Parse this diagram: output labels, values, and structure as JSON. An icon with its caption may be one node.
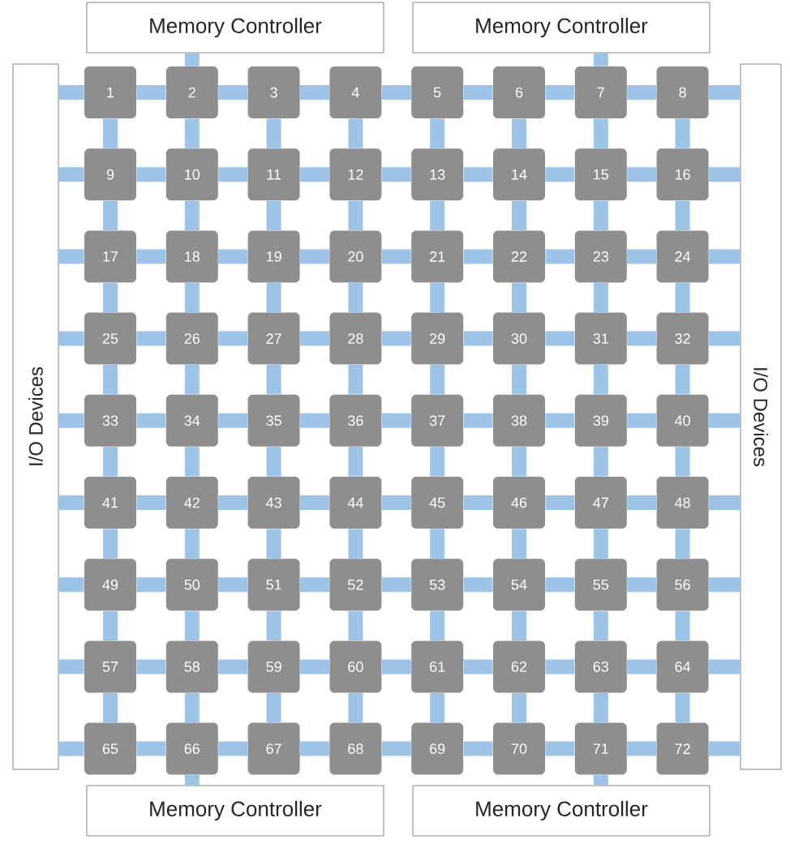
{
  "diagram": {
    "nodes": [
      {
        "text": [
          "Memory Controller"
        ]
      },
      {
        "text": [
          "Memory Controller"
        ]
      },
      {
        "text": [
          "I/O Devices"
        ]
      },
      {
        "text": [
          "1"
        ]
      },
      {
        "text": [
          "2"
        ]
      },
      {
        "text": [
          "3"
        ]
      },
      {
        "text": [
          "4"
        ]
      },
      {
        "text": [
          "5"
        ]
      },
      {
        "text": [
          "6"
        ]
      },
      {
        "text": [
          "7"
        ]
      },
      {
        "text": [
          "8"
        ]
      },
      {
        "text": [
          "9"
        ]
      },
      {
        "text": [
          "10"
        ]
      },
      {
        "text": [
          "11"
        ]
      },
      {
        "text": [
          "12"
        ]
      },
      {
        "text": [
          "13"
        ]
      },
      {
        "text": [
          "14"
        ]
      },
      {
        "text": [
          "15"
        ]
      },
      {
        "text": [
          "16"
        ]
      },
      {
        "text": [
          "17"
        ]
      },
      {
        "text": [
          "18"
        ]
      },
      {
        "text": [
          "19"
        ]
      },
      {
        "text": [
          "20"
        ]
      },
      {
        "text": [
          "21"
        ]
      },
      {
        "text": [
          "22"
        ]
      },
      {
        "text": [
          "23"
        ]
      },
      {
        "text": [
          "24"
        ]
      },
      {
        "text": [
          "25"
        ]
      },
      {
        "text": [
          "26"
        ]
      },
      {
        "text": [
          "27"
        ]
      },
      {
        "text": [
          "28"
        ]
      },
      {
        "text": [
          "29"
        ]
      },
      {
        "text": [
          "30"
        ]
      },
      {
        "text": [
          "31"
        ]
      },
      {
        "text": [
          "32"
        ]
      },
      {
        "text": [
          "33"
        ]
      },
      {
        "text": [
          "34"
        ]
      },
      {
        "text": [
          "35"
        ]
      },
      {
        "text": [
          "36"
        ]
      },
      {
        "text": [
          "37"
        ]
      },
      {
        "text": [
          "38"
        ]
      },
      {
        "text": [
          "39"
        ]
      },
      {
        "text": [
          "40"
        ]
      },
      {
        "text": [
          "41"
        ]
      },
      {
        "text": [
          "42"
        ]
      },
      {
        "text": [
          "43"
        ]
      },
      {
        "text": [
          "44"
        ]
      },
      {
        "text": [
          "45"
        ]
      },
      {
        "text": [
          "46"
        ]
      },
      {
        "text": [
          "47"
        ]
      },
      {
        "text": [
          "48"
        ]
      },
      {
        "text": [
          "49"
        ]
      },
      {
        "text": [
          "50"
        ]
      },
      {
        "text": [
          "51"
        ]
      },
      {
        "text": [
          "52"
        ]
      },
      {
        "text": [
          "53"
        ]
      },
      {
        "text": [
          "54"
        ]
      },
      {
        "text": [
          "55"
        ]
      },
      {
        "text": [
          "56"
        ]
      },
      {
        "text": [
          "57"
        ]
      },
      {
        "text": [
          "58"
        ]
      },
      {
        "text": [
          "59"
        ]
      },
      {
        "text": [
          "60"
        ]
      },
      {
        "text": [
          "61"
        ]
      },
      {
        "text": [
          "62"
        ]
      },
      {
        "text": [
          "63"
        ]
      },
      {
        "text": [
          "64"
        ]
      },
      {
        "text": [
          "65"
        ]
      },
      {
        "text": [
          "66"
        ]
      },
      {
        "text": [
          "67"
        ]
      },
      {
        "text": [
          "68"
        ]
      },
      {
        "text": [
          "69"
        ]
      },
      {
        "text": [
          "70"
        ]
      },
      {
        "text": [
          "71"
        ]
      },
      {
        "text": [
          "72"
        ]
      },
      {
        "text": [
          "I/O Devices"
        ]
      },
      {
        "text": [
          "Memory Controller"
        ]
      },
      {
        "text": [
          "Memory Controller"
        ]
      }
    ],
    "edges": [
      {
        "from": 0,
        "to": 4,
        "arrow": "none"
      },
      {
        "from": 1,
        "to": 9,
        "arrow": "none"
      },
      {
        "from": 3,
        "to": 4,
        "arrow": "none"
      },
      {
        "from": 4,
        "to": 5,
        "arrow": "none"
      },
      {
        "from": 5,
        "to": 6,
        "arrow": "none"
      },
      {
        "from": 6,
        "to": 7,
        "arrow": "none"
      },
      {
        "from": 7,
        "to": 8,
        "arrow": "none"
      },
      {
        "from": 8,
        "to": 9,
        "arrow": "none"
      },
      {
        "from": 9,
        "to": 10,
        "arrow": "none"
      },
      {
        "from": 11,
        "to": 12,
        "arrow": "none"
      },
      {
        "from": 12,
        "to": 13,
        "arrow": "none"
      },
      {
        "from": 13,
        "to": 14,
        "arrow": "none"
      },
      {
        "from": 14,
        "to": 15,
        "arrow": "none"
      },
      {
        "from": 15,
        "to": 16,
        "arrow": "none"
      },
      {
        "from": 16,
        "to": 17,
        "arrow": "none"
      },
      {
        "from": 17,
        "to": 18,
        "arrow": "none"
      },
      {
        "from": 19,
        "to": 20,
        "arrow": "none"
      },
      {
        "from": 20,
        "to": 21,
        "arrow": "none"
      },
      {
        "from": 21,
        "to": 22,
        "arrow": "none"
      },
      {
        "from": 22,
        "to": 23,
        "arrow": "none"
      },
      {
        "from": 23,
        "to": 24,
        "arrow": "none"
      },
      {
        "from": 24,
        "to": 25,
        "arrow": "none"
      },
      {
        "from": 25,
        "to": 26,
        "arrow": "none"
      },
      {
        "from": 27,
        "to": 28,
        "arrow": "none"
      },
      {
        "from": 28,
        "to": 29,
        "arrow": "none"
      },
      {
        "from": 29,
        "to": 30,
        "arrow": "none"
      },
      {
        "from": 30,
        "to": 31,
        "arrow": "none"
      },
      {
        "from": 31,
        "to": 32,
        "arrow": "none"
      },
      {
        "from": 32,
        "to": 33,
        "arrow": "none"
      },
      {
        "from": 33,
        "to": 34,
        "arrow": "none"
      },
      {
        "from": 35,
        "to": 36,
        "arrow": "none"
      },
      {
        "from": 36,
        "to": 37,
        "arrow": "none"
      },
      {
        "from": 37,
        "to": 38,
        "arrow": "none"
      },
      {
        "from": 38,
        "to": 39,
        "arrow": "none"
      },
      {
        "from": 39,
        "to": 40,
        "arrow": "none"
      },
      {
        "from": 40,
        "to": 41,
        "arrow": "none"
      },
      {
        "from": 41,
        "to": 42,
        "arrow": "none"
      },
      {
        "from": 43,
        "to": 44,
        "arrow": "none"
      },
      {
        "from": 44,
        "to": 45,
        "arrow": "none"
      },
      {
        "from": 45,
        "to": 46,
        "arrow": "none"
      },
      {
        "from": 46,
        "to": 47,
        "arrow": "none"
      },
      {
        "from": 47,
        "to": 48,
        "arrow": "none"
      },
      {
        "from": 48,
        "to": 49,
        "arrow": "none"
      },
      {
        "from": 49,
        "to": 50,
        "arrow": "none"
      },
      {
        "from": 51,
        "to": 52,
        "arrow": "none"
      },
      {
        "from": 52,
        "to": 53,
        "arrow": "none"
      },
      {
        "from": 53,
        "to": 54,
        "arrow": "none"
      },
      {
        "from": 54,
        "to": 55,
        "arrow": "none"
      },
      {
        "from": 55,
        "to": 56,
        "arrow": "none"
      },
      {
        "from": 56,
        "to": 57,
        "arrow": "none"
      },
      {
        "from": 57,
        "to": 58,
        "arrow": "none"
      },
      {
        "from": 59,
        "to": 60,
        "arrow": "none"
      },
      {
        "from": 60,
        "to": 61,
        "arrow": "none"
      },
      {
        "from": 61,
        "to": 62,
        "arrow": "none"
      },
      {
        "from": 62,
        "to": 63,
        "arrow": "none"
      },
      {
        "from": 63,
        "to": 64,
        "arrow": "none"
      },
      {
        "from": 64,
        "to": 65,
        "arrow": "none"
      },
      {
        "from": 65,
        "to": 66,
        "arrow": "none"
      },
      {
        "from": 67,
        "to": 68,
        "arrow": "none"
      },
      {
        "from": 68,
        "to": 69,
        "arrow": "none"
      },
      {
        "from": 69,
        "to": 70,
        "arrow": "none"
      },
      {
        "from": 70,
        "to": 71,
        "arrow": "none"
      },
      {
        "from": 71,
        "to": 72,
        "arrow": "none"
      },
      {
        "from": 72,
        "to": 73,
        "arrow": "none"
      },
      {
        "from": 73,
        "to": 74,
        "arrow": "none"
      },
      {
        "from": 3,
        "to": 11,
        "arrow": "none"
      },
      {
        "from": 4,
        "to": 12,
        "arrow": "none"
      },
      {
        "from": 5,
        "to": 13,
        "arrow": "none"
      },
      {
        "from": 6,
        "to": 14,
        "arrow": "none"
      },
      {
        "from": 7,
        "to": 15,
        "arrow": "none"
      },
      {
        "from": 8,
        "to": 16,
        "arrow": "none"
      },
      {
        "from": 9,
        "to": 17,
        "arrow": "none"
      },
      {
        "from": 10,
        "to": 18,
        "arrow": "none"
      },
      {
        "from": 11,
        "to": 19,
        "arrow": "none"
      },
      {
        "from": 12,
        "to": 20,
        "arrow": "none"
      },
      {
        "from": 13,
        "to": 21,
        "arrow": "none"
      },
      {
        "from": 14,
        "to": 22,
        "arrow": "none"
      },
      {
        "from": 15,
        "to": 23,
        "arrow": "none"
      },
      {
        "from": 16,
        "to": 24,
        "arrow": "none"
      },
      {
        "from": 17,
        "to": 25,
        "arrow": "none"
      },
      {
        "from": 18,
        "to": 26,
        "arrow": "none"
      },
      {
        "from": 19,
        "to": 27,
        "arrow": "none"
      },
      {
        "from": 20,
        "to": 28,
        "arrow": "none"
      },
      {
        "from": 21,
        "to": 29,
        "arrow": "none"
      },
      {
        "from": 22,
        "to": 30,
        "arrow": "none"
      },
      {
        "from": 23,
        "to": 31,
        "arrow": "none"
      },
      {
        "from": 24,
        "to": 32,
        "arrow": "none"
      },
      {
        "from": 25,
        "to": 33,
        "arrow": "none"
      },
      {
        "from": 26,
        "to": 34,
        "arrow": "none"
      },
      {
        "from": 27,
        "to": 35,
        "arrow": "none"
      },
      {
        "from": 28,
        "to": 36,
        "arrow": "none"
      },
      {
        "from": 29,
        "to": 37,
        "arrow": "none"
      },
      {
        "from": 30,
        "to": 38,
        "arrow": "none"
      },
      {
        "from": 31,
        "to": 39,
        "arrow": "none"
      },
      {
        "from": 32,
        "to": 40,
        "arrow": "none"
      },
      {
        "from": 33,
        "to": 41,
        "arrow": "none"
      },
      {
        "from": 34,
        "to": 42,
        "arrow": "none"
      },
      {
        "from": 35,
        "to": 43,
        "arrow": "none"
      },
      {
        "from": 36,
        "to": 44,
        "arrow": "none"
      },
      {
        "from": 37,
        "to": 45,
        "arrow": "none"
      },
      {
        "from": 38,
        "to": 46,
        "arrow": "none"
      },
      {
        "from": 39,
        "to": 47,
        "arrow": "none"
      },
      {
        "from": 40,
        "to": 48,
        "arrow": "none"
      },
      {
        "from": 41,
        "to": 49,
        "arrow": "none"
      },
      {
        "from": 42,
        "to": 50,
        "arrow": "none"
      },
      {
        "from": 43,
        "to": 51,
        "arrow": "none"
      },
      {
        "from": 44,
        "to": 52,
        "arrow": "none"
      },
      {
        "from": 45,
        "to": 53,
        "arrow": "none"
      },
      {
        "from": 46,
        "to": 54,
        "arrow": "none"
      },
      {
        "from": 47,
        "to": 55,
        "arrow": "none"
      },
      {
        "from": 48,
        "to": 56,
        "arrow": "none"
      },
      {
        "from": 49,
        "to": 57,
        "arrow": "none"
      },
      {
        "from": 50,
        "to": 58,
        "arrow": "none"
      },
      {
        "from": 51,
        "to": 59,
        "arrow": "none"
      },
      {
        "from": 52,
        "to": 60,
        "arrow": "none"
      },
      {
        "from": 53,
        "to": 61,
        "arrow": "none"
      },
      {
        "from": 54,
        "to": 62,
        "arrow": "none"
      },
      {
        "from": 55,
        "to": 63,
        "arrow": "none"
      },
      {
        "from": 56,
        "to": 64,
        "arrow": "none"
      },
      {
        "from": 57,
        "to": 65,
        "arrow": "none"
      },
      {
        "from": 58,
        "to": 66,
        "arrow": "none"
      },
      {
        "from": 59,
        "to": 67,
        "arrow": "none"
      },
      {
        "from": 60,
        "to": 68,
        "arrow": "none"
      },
      {
        "from": 61,
        "to": 69,
        "arrow": "none"
      },
      {
        "from": 62,
        "to": 70,
        "arrow": "none"
      },
      {
        "from": 63,
        "to": 71,
        "arrow": "none"
      },
      {
        "from": 64,
        "to": 72,
        "arrow": "none"
      },
      {
        "from": 65,
        "to": 73,
        "arrow": "none"
      },
      {
        "from": 66,
        "to": 74,
        "arrow": "none"
      },
      {
        "from": 2,
        "to": 3,
        "arrow": "none"
      },
      {
        "from": 2,
        "to": 11,
        "arrow": "none"
      },
      {
        "from": 2,
        "to": 19,
        "arrow": "none"
      },
      {
        "from": 2,
        "to": 27,
        "arrow": "none"
      },
      {
        "from": 2,
        "to": 35,
        "arrow": "none"
      },
      {
        "from": 2,
        "to": 43,
        "arrow": "none"
      },
      {
        "from": 2,
        "to": 51,
        "arrow": "none"
      },
      {
        "from": 2,
        "to": 59,
        "arrow": "none"
      },
      {
        "from": 2,
        "to": 67,
        "arrow": "none"
      },
      {
        "from": 10,
        "to": 75,
        "arrow": "none"
      },
      {
        "from": 18,
        "to": 75,
        "arrow": "none"
      },
      {
        "from": 26,
        "to": 75,
        "arrow": "none"
      },
      {
        "from": 34,
        "to": 75,
        "arrow": "none"
      },
      {
        "from": 42,
        "to": 75,
        "arrow": "none"
      },
      {
        "from": 50,
        "to": 75,
        "arrow": "none"
      },
      {
        "from": 58,
        "to": 75,
        "arrow": "none"
      },
      {
        "from": 66,
        "to": 75,
        "arrow": "none"
      },
      {
        "from": 74,
        "to": 75,
        "arrow": "none"
      },
      {
        "from": 68,
        "to": 76,
        "arrow": "none"
      },
      {
        "from": 73,
        "to": 77,
        "arrow": "none"
      }
    ]
  }
}
